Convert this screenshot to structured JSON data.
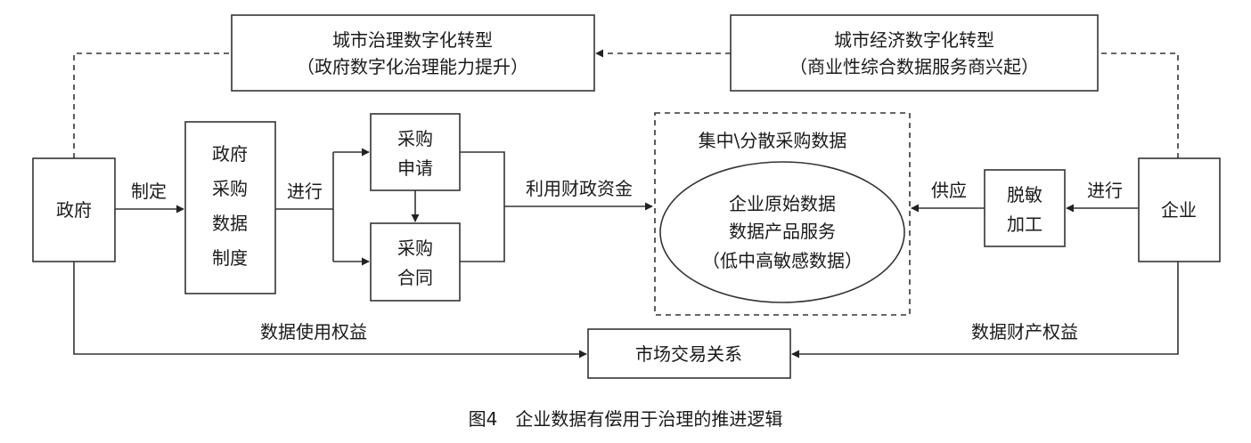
{
  "nodes": {
    "urban_governance": [
      "城市治理数字化转型",
      "（政府数字化治理能力提升）"
    ],
    "urban_economy": [
      "城市经济数字化转型",
      "（商业性综合数据服务商兴起）"
    ],
    "government": "政府",
    "procurement_system": [
      "政府",
      "采购",
      "数据",
      "制度"
    ],
    "procurement_apply": [
      "采购",
      "申请"
    ],
    "procurement_contract": [
      "采购",
      "合同"
    ],
    "data_group_title": "集中\\分散采购数据",
    "data_ellipse": [
      "企业原始数据",
      "数据产品服务",
      "（低中高敏感数据）"
    ],
    "desensitize": [
      "脱敏",
      "加工"
    ],
    "enterprise": "企业",
    "market": "市场交易关系"
  },
  "edge_labels": {
    "formulate": "制定",
    "conduct_left": "进行",
    "fiscal_funds": "利用财政资金",
    "supply": "供应",
    "conduct_right": "进行",
    "data_use_rights": "数据使用权益",
    "data_property_rights": "数据财产权益"
  },
  "caption": "图4　企业数据有偿用于治理的推进逻辑"
}
